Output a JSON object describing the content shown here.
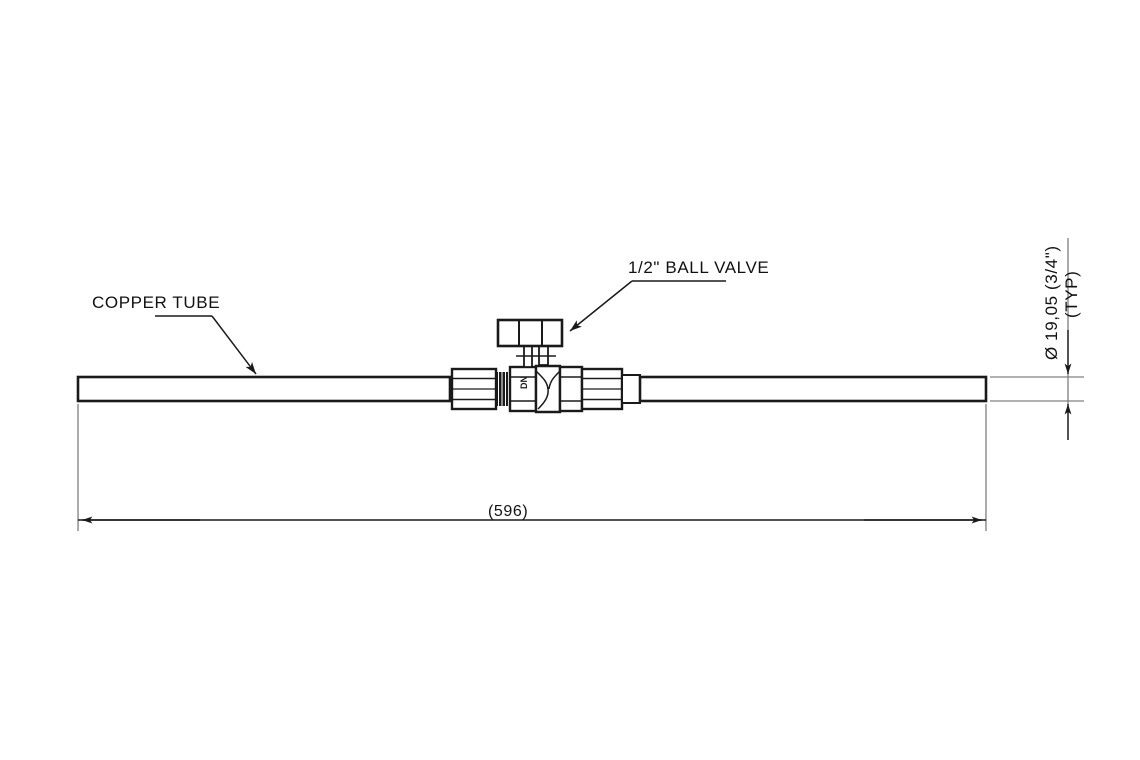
{
  "drawing": {
    "type": "technical-assembly-drawing",
    "subject": "Copper tube assembly with ball valve",
    "background_color": "#ffffff",
    "line_color": "#1a1a1a",
    "thin_line_color": "#808080"
  },
  "annotations": {
    "copper_tube": {
      "label": "COPPER TUBE",
      "leader": "arrow pointing down-right to top surface of left copper tube"
    },
    "ball_valve": {
      "label": "1/2\" BALL VALVE",
      "leader": "arrow pointing down-left to valve lever handle"
    }
  },
  "dimensions": {
    "overall_length": {
      "value": "(596)",
      "orientation": "horizontal",
      "position": "below assembly",
      "style": "reference (parenthesized)"
    },
    "tube_diameter": {
      "value": "Ø 19,05 (3/4\")",
      "note": "(TYP)",
      "orientation": "vertical",
      "position": "right side of assembly"
    }
  },
  "components": {
    "left_tube": {
      "name": "copper-tube-left"
    },
    "left_nut": {
      "name": "compression-nut-left"
    },
    "ferrule": {
      "name": "ferrule-band"
    },
    "valve_body": {
      "name": "ball-valve-body",
      "marking": "DN"
    },
    "handle": {
      "name": "valve-lever-handle",
      "segments": 3
    },
    "right_nut": {
      "name": "compression-nut-right"
    },
    "right_tube": {
      "name": "copper-tube-right"
    }
  }
}
